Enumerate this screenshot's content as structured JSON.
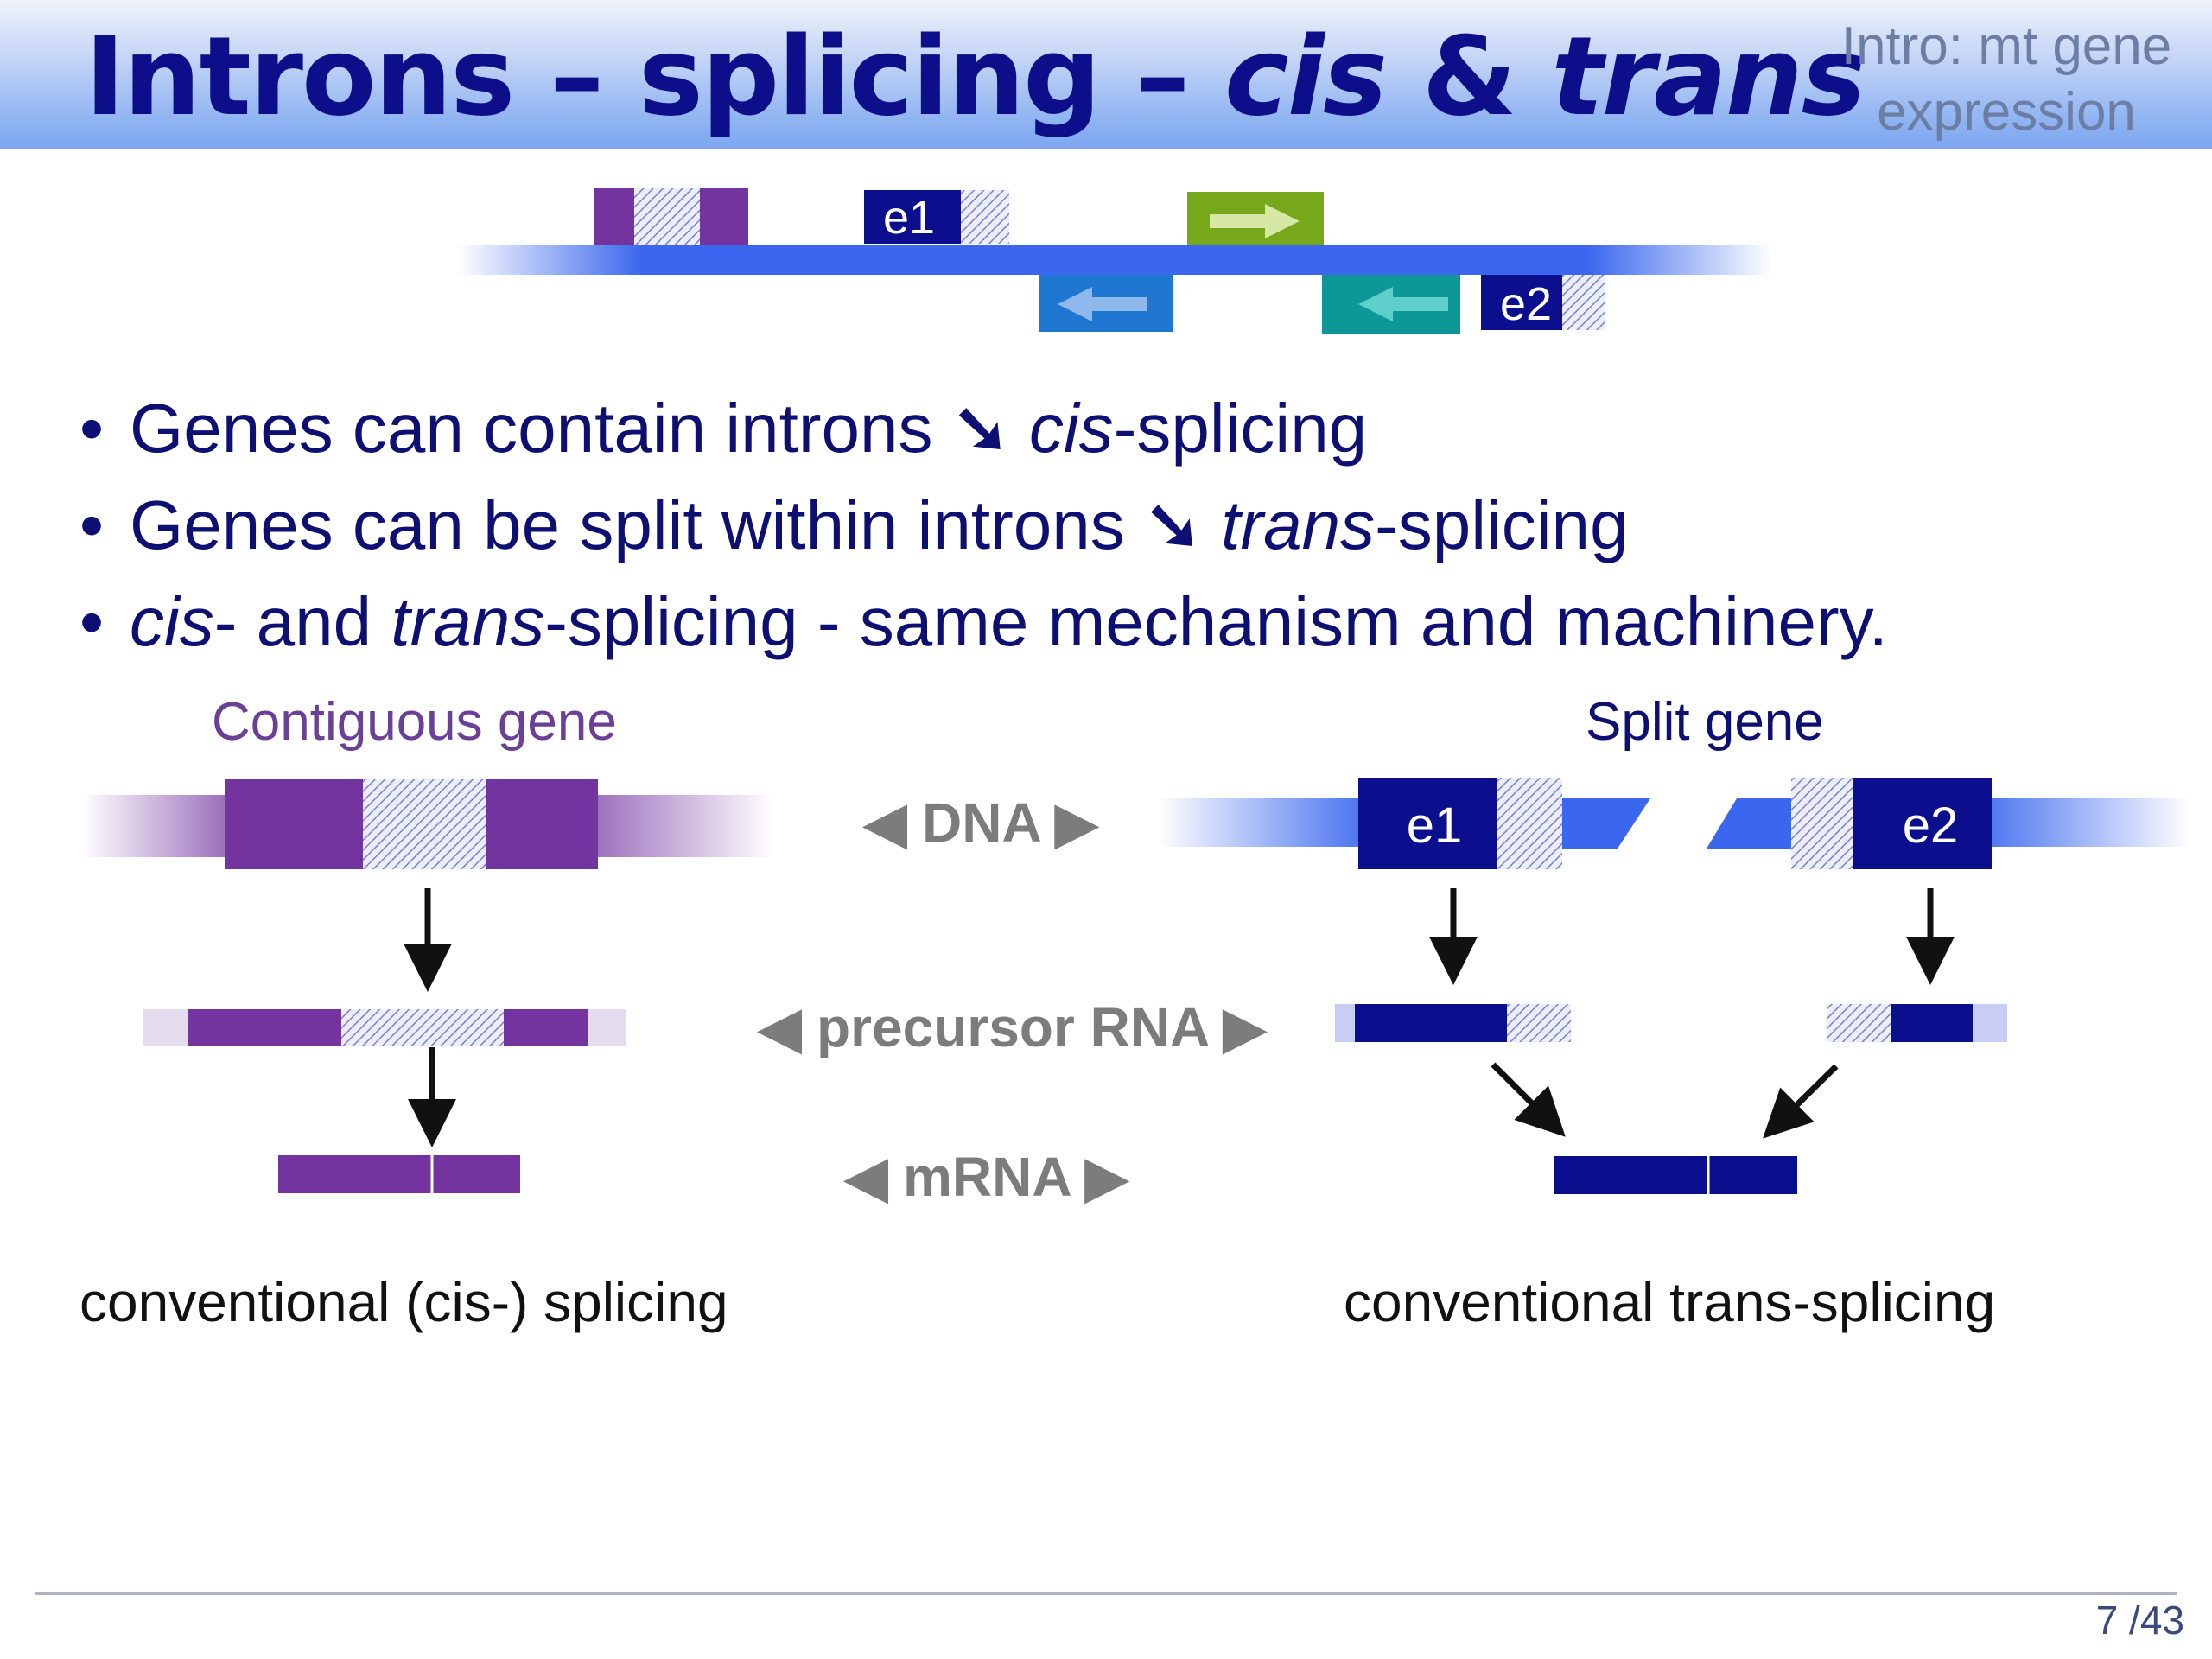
{
  "header": {
    "title_part1": "Introns – splicing – ",
    "title_cis": "cis",
    "title_amp": " & ",
    "title_trans": "trans",
    "section_line1": "Intro: mt gene",
    "section_line2": "expression"
  },
  "top_diagram": {
    "exon1_label": "e1",
    "exon2_label": "e2"
  },
  "bullets": [
    {
      "dot": "•",
      "text": "Genes can contain introns ",
      "arrow": "➘",
      "italic": "cis",
      "suffix": "-splicing"
    },
    {
      "dot": "•",
      "text": "Genes can be split within introns ",
      "arrow": "➘",
      "italic": "trans",
      "suffix": "-splicing"
    },
    {
      "dot": "•",
      "italic_a": "cis",
      "mid": "- and ",
      "italic_b": "trans",
      "suffix": "-splicing - same mechanism and machinery."
    }
  ],
  "diagram": {
    "contiguous_label": "Contiguous gene",
    "split_label": "Split gene",
    "dna_label": "◀  DNA  ▶",
    "precursor_label": "◀ precursor RNA ▶",
    "mrna_label": "◀  mRNA  ▶",
    "exon1_label": "e1",
    "exon2_label": "e2",
    "cis_caption": "conventional (cis-) splicing",
    "trans_caption": "conventional trans-splicing"
  },
  "footer": {
    "page": "7 /43"
  },
  "colors": {
    "title": "#0d0f8a",
    "purple_exon": "#7334a0",
    "navy_exon": "#0b0f8e",
    "blue_line": "#3a67ee",
    "green_gene": "#77a81c",
    "blue_gene": "#1f77d2",
    "teal_gene": "#0e9797"
  }
}
